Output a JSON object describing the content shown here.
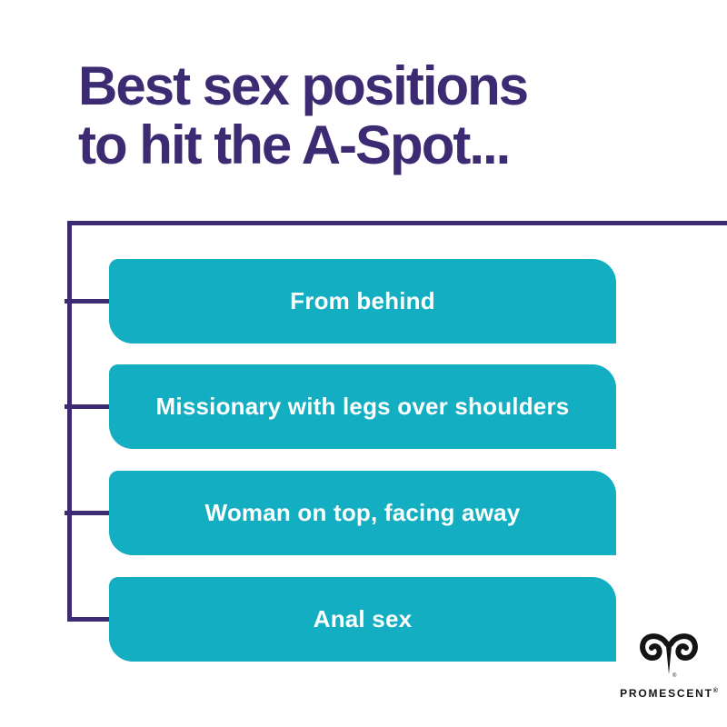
{
  "title": {
    "line1": "Best sex positions",
    "line2": "to hit the A-Spot..."
  },
  "list": {
    "items": [
      {
        "label": "From behind"
      },
      {
        "label": "Missionary with legs over shoulders"
      },
      {
        "label": "Woman on top, facing away"
      },
      {
        "label": "Anal sex"
      }
    ]
  },
  "brand": {
    "name": "PROMESCENT",
    "registered_mark": "®",
    "logo_icon": "ram-horns-icon"
  },
  "colors": {
    "purple": "#3c2b72",
    "teal": "#13aec1",
    "box_text": "#ffffff",
    "brand_black": "#141414",
    "background": "#ffffff"
  }
}
